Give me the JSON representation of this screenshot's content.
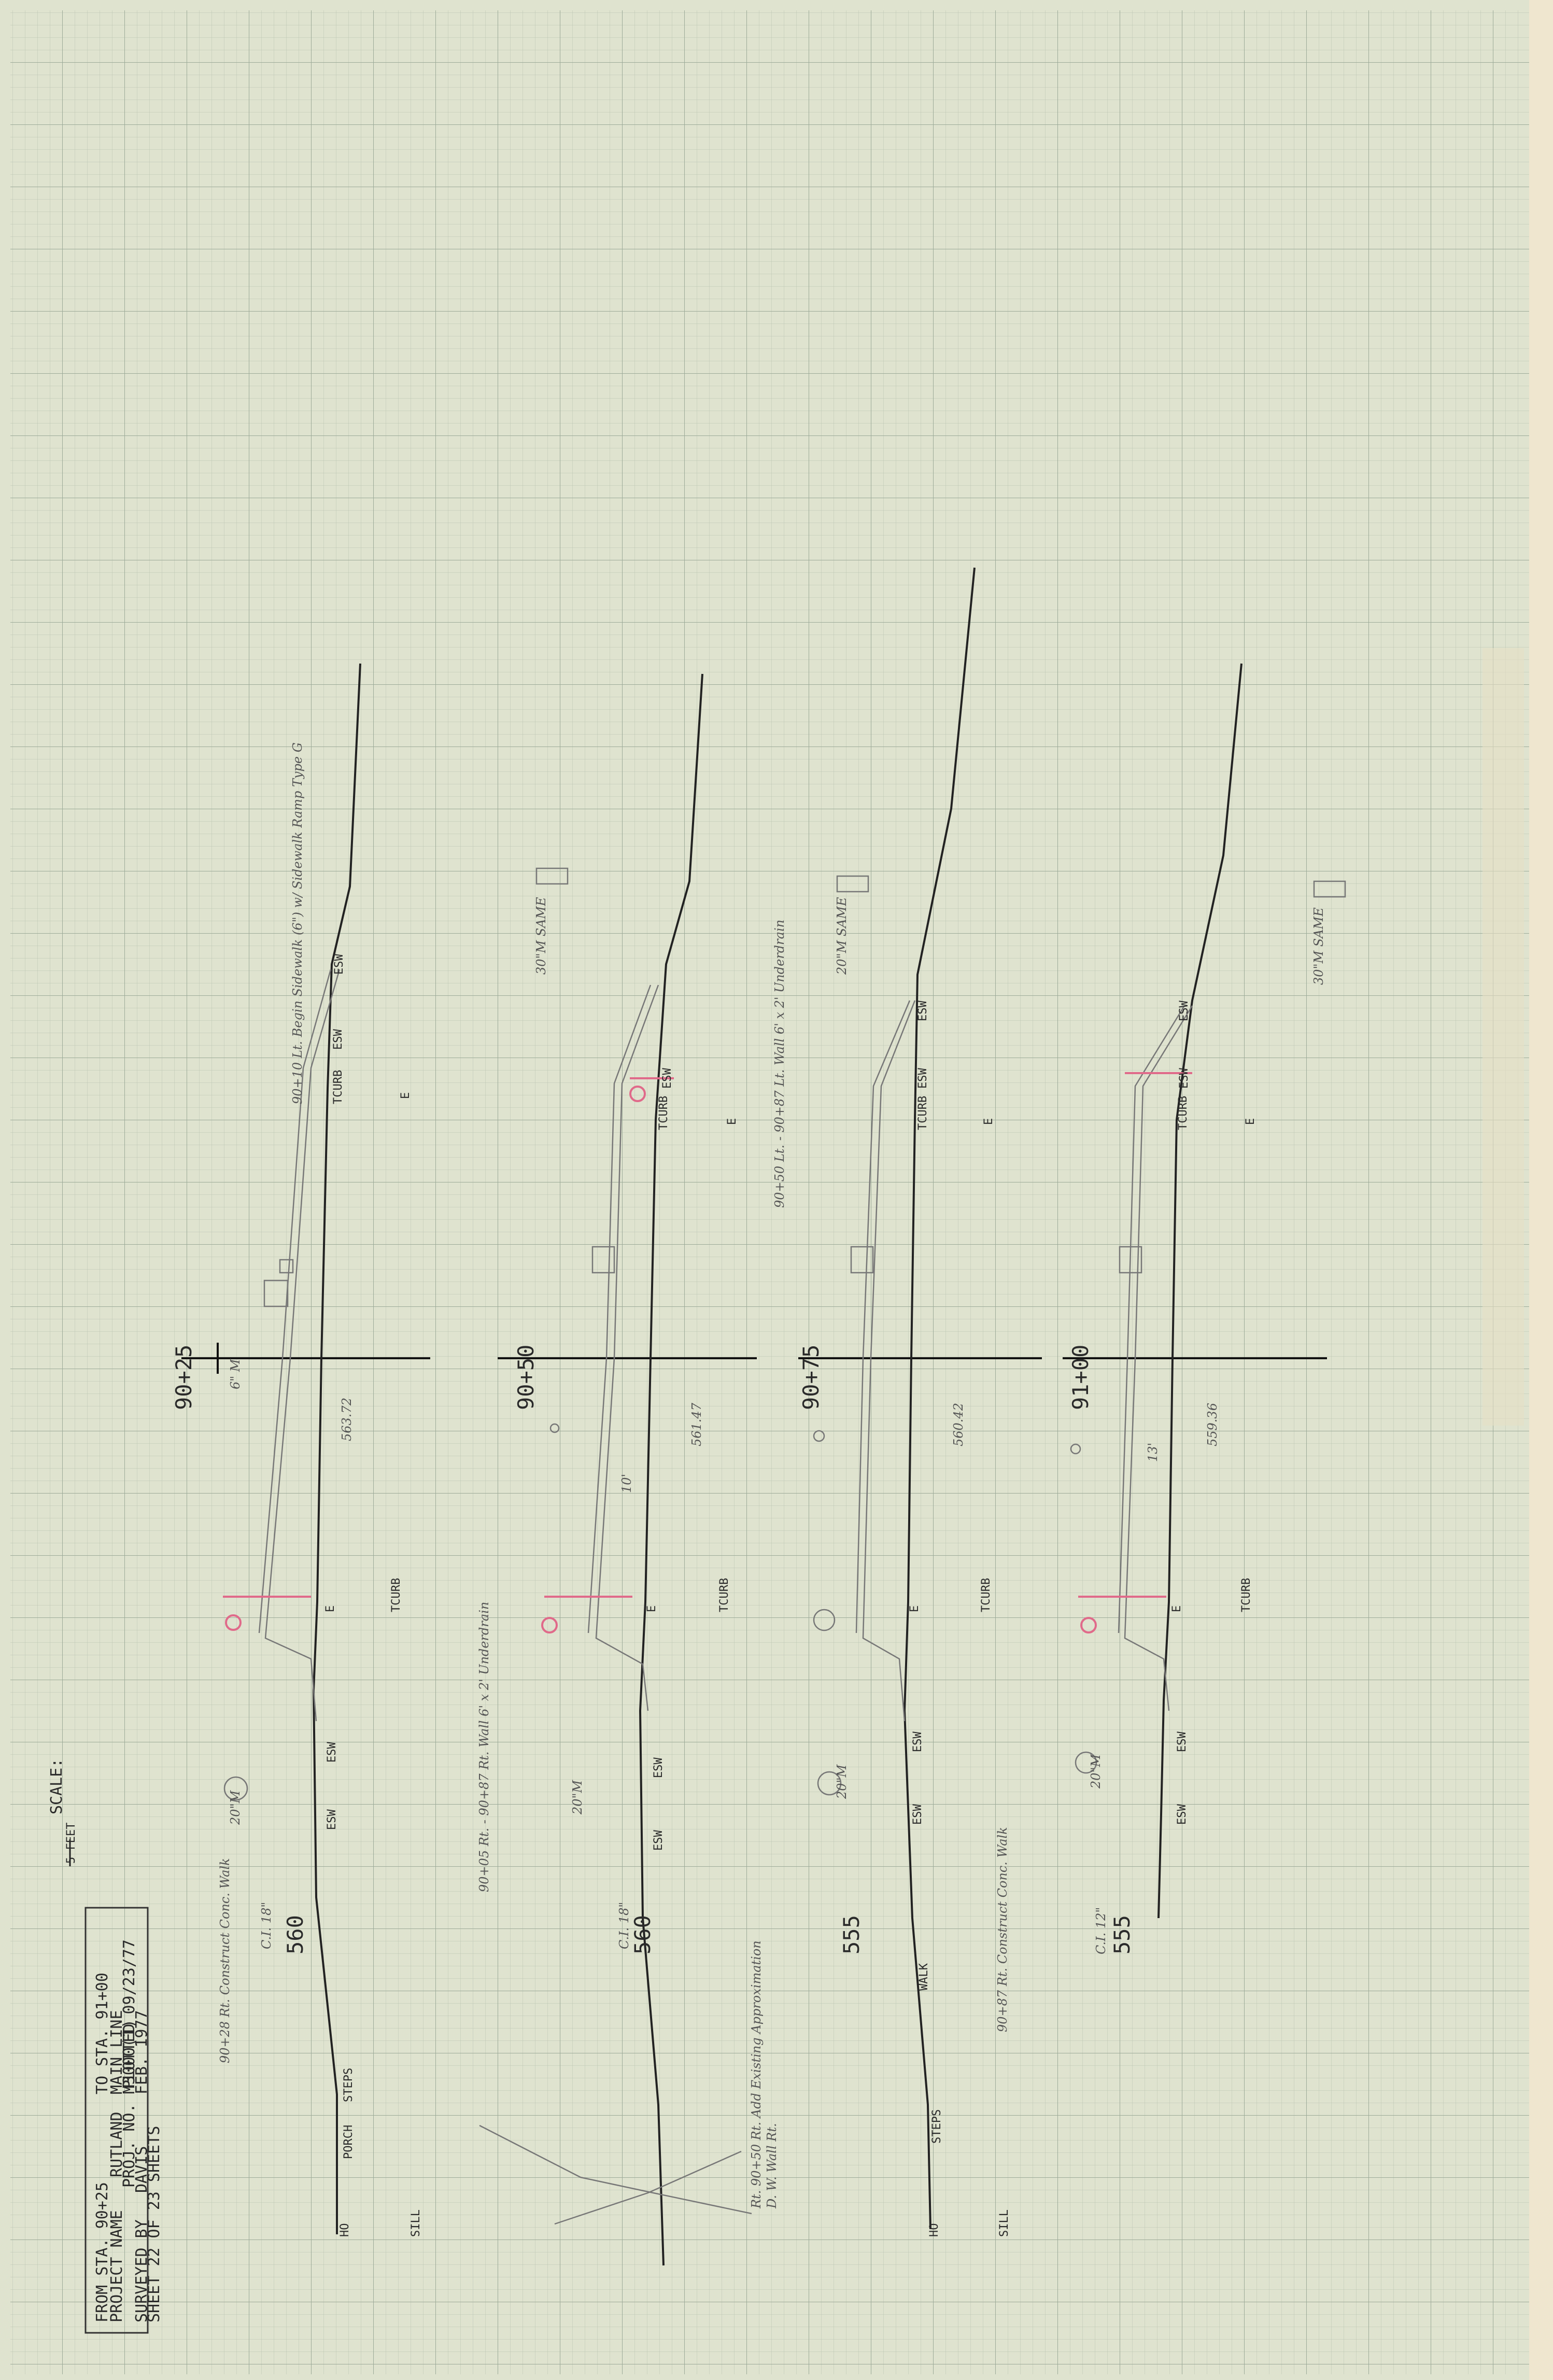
{
  "title_block": {
    "from_station": "FROM STA. 90+25",
    "to_station": "TO STA. 91+00",
    "project_name_label": "PROJECT NAME",
    "project_name": "RUTLAND",
    "route": "MAIN LINE",
    "project_no": "PROJ. NO. M3000(1)",
    "plotted": "PLOTTED 09/23/77",
    "surveyed_by": "SURVEYED BY",
    "surveyor": "DAVIS",
    "date": "FEB. 1977",
    "sheet": "SHEET 22 OF 23 SHEETS",
    "scale_label": "SCALE:",
    "scale_value": "5 FEET"
  },
  "sections": [
    {
      "station": "90+25",
      "elevation": "560",
      "labels": [
        "ESW",
        "ESW",
        "TCURB",
        "E",
        "E",
        "TCURB",
        "ESW",
        "ESW",
        "STEPS",
        "PORCH",
        "HO",
        "SILL"
      ],
      "notes": [
        "90+10 Lt. Begin Sidewalk (6\") w/ Sidewalk Ramp Type G",
        "90+28 Rt. Construct Conc. Walk"
      ],
      "grades": [
        "563.72",
        "6\" M",
        "C.I. 18\"",
        "20\"M"
      ]
    },
    {
      "station": "90+50",
      "elevation": "560",
      "labels": [
        "ESW",
        "TCURB",
        "E",
        "E",
        "TCURB",
        "ESW",
        "ESW"
      ],
      "notes": [
        "90+50 Lt. - 90+87 Lt. Wall 6' x 2' Underdrain",
        "90+05 Rt. - 90+87 Rt. Wall 6' x 2' Underdrain"
      ],
      "grades": [
        "561.47",
        "10'",
        "20\"M",
        "C.I. 18\""
      ]
    },
    {
      "station": "90+75",
      "elevation": "555",
      "labels": [
        "ESW",
        "ESW",
        "TCURB",
        "E",
        "E",
        "TCURB",
        "ESW",
        "ESW",
        "WALK",
        "STEPS",
        "HO",
        "SILL"
      ],
      "notes": [
        "Rt. 90+50 Rt. Add Existing Approximation",
        "D. W. Wall Rt."
      ],
      "grades": [
        "560.42",
        "20\"M"
      ]
    },
    {
      "station": "91+00",
      "elevation": "555",
      "labels": [
        "ESW",
        "ESW",
        "TCURB",
        "E",
        "E",
        "TCURB",
        "ESW",
        "ESW"
      ],
      "notes": [
        "90+87 Rt. Construct Conc. Walk"
      ],
      "grades": [
        "559.36",
        "13'",
        "20\"M",
        "C.I. 12\""
      ]
    }
  ],
  "markers": [
    "30\"M SAME",
    "20\"M SAME",
    "30\"M SAME"
  ],
  "colors": {
    "paper": "#dfe3cf",
    "grid_minor": "#b8c2b0",
    "grid_major": "#9fae9c",
    "ink": "#222222",
    "red_pencil": "#e06a8a"
  }
}
